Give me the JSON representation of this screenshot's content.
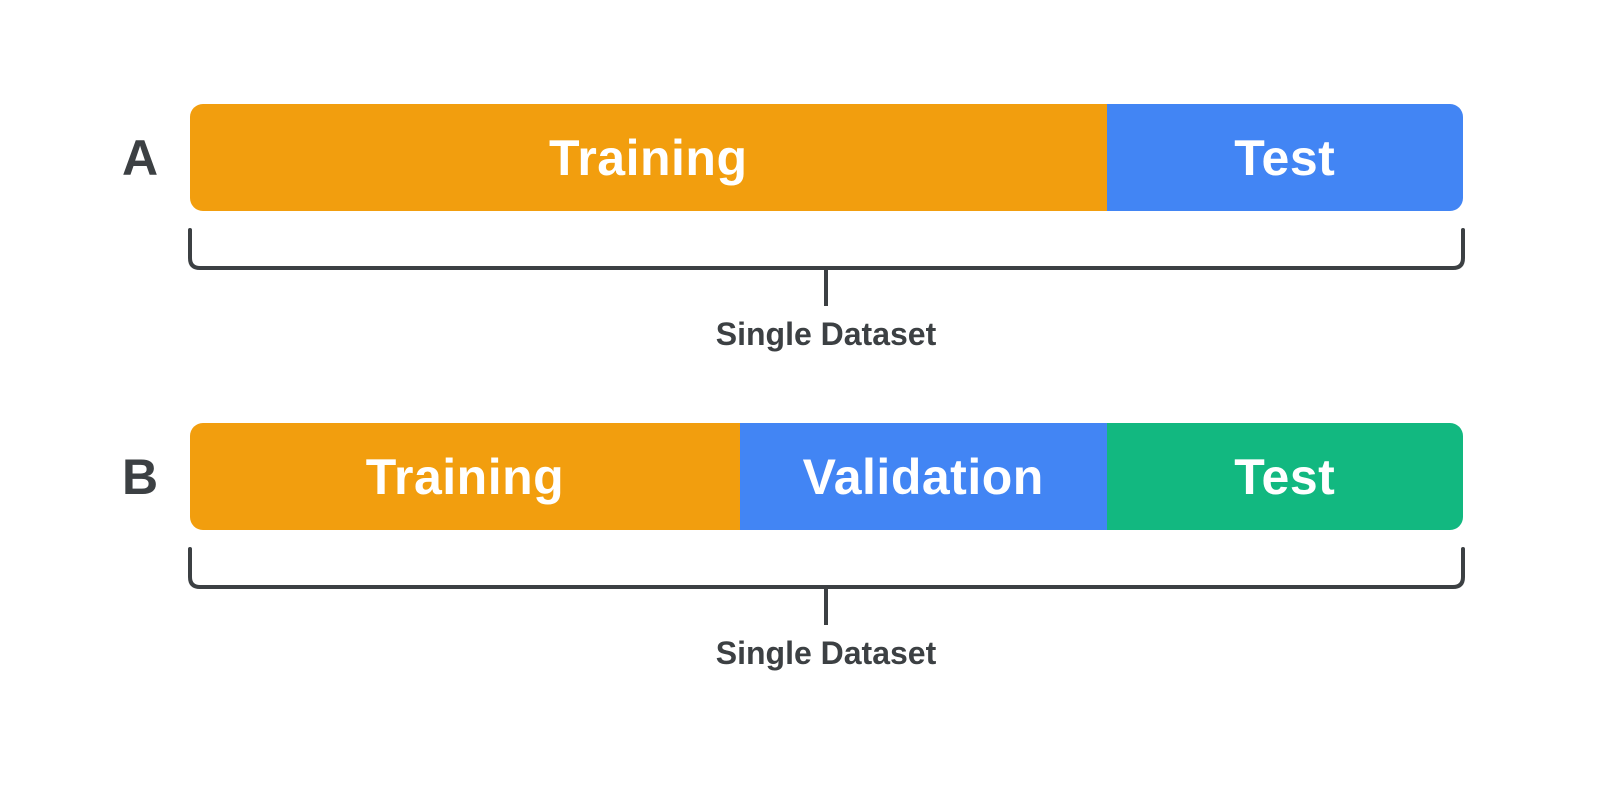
{
  "colors": {
    "training": "#f29e0e",
    "validation": "#4285f4",
    "test_a": "#4285f4",
    "test_b": "#12b880",
    "text_dark": "#3c4043",
    "segment_text": "#ffffff"
  },
  "rows": [
    {
      "letter": "A",
      "segments": [
        {
          "label": "Training",
          "share": 0.72,
          "color_key": "training"
        },
        {
          "label": "Test",
          "share": 0.28,
          "color_key": "test_a"
        }
      ],
      "caption": "Single Dataset"
    },
    {
      "letter": "B",
      "segments": [
        {
          "label": "Training",
          "share": 0.432,
          "color_key": "training"
        },
        {
          "label": "Validation",
          "share": 0.288,
          "color_key": "validation"
        },
        {
          "label": "Test",
          "share": 0.28,
          "color_key": "test_b"
        }
      ],
      "caption": "Single Dataset"
    }
  ]
}
